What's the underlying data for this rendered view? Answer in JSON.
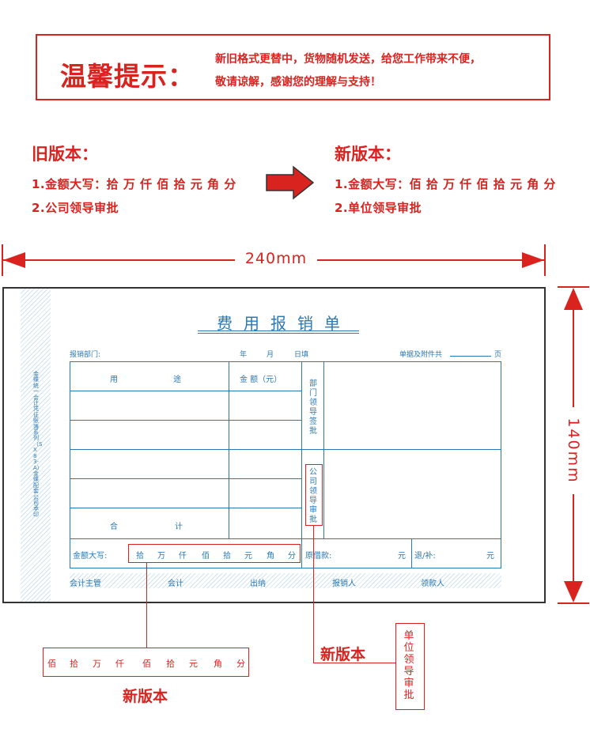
{
  "notice": {
    "title": "温馨提示：",
    "line1": "新旧格式更替中，货物随机发送，给您工作带来不便，",
    "line2": "敬请谅解，感谢您的理解与支持！"
  },
  "old_version": {
    "heading": "旧版本：",
    "item1": "1.金额大写：拾 万 仟 佰 拾 元 角 分",
    "item2": "2.公司领导审批"
  },
  "new_version": {
    "heading": "新版本：",
    "item1": "1.金额大写：佰 拾 万 仟 佰 拾 元 角 分",
    "item2": "2.单位领导审批"
  },
  "dimensions": {
    "width": "240mm",
    "height": "140mm"
  },
  "form": {
    "side_text": "金蝶统一会计凭证账簿系列（SX83-A）金蝶配套公司承印",
    "title": "费用报销单",
    "dept_label": "报销部门:",
    "year": "年",
    "month": "月",
    "day": "日填",
    "attachments_label": "单据及附件共",
    "pages": "页",
    "col_use": "用",
    "col_use2": "途",
    "col_amount": "金 额（元）",
    "dept_leader": "部门领导签批",
    "company_leader": "公司领导审批",
    "total": "合",
    "total2": "计",
    "amount_words": "金额大写:",
    "units": [
      "拾",
      "万",
      "仟",
      "佰",
      "拾",
      "元",
      "角",
      "分"
    ],
    "advance": "原借款:",
    "yuan1": "元",
    "refund": "退/补:",
    "yuan2": "元",
    "footer": [
      "会计主管",
      "会计",
      "出纳",
      "报销人",
      "领款人"
    ]
  },
  "callouts": {
    "new_units": [
      "佰",
      "拾",
      "万",
      "仟",
      "佰",
      "拾",
      "元",
      "角",
      "分"
    ],
    "label_left": "新版本",
    "label_right": "新版本",
    "new_leader": "单位领导审批"
  },
  "colors": {
    "red": "#d9231f",
    "blue": "#2a78b6"
  }
}
